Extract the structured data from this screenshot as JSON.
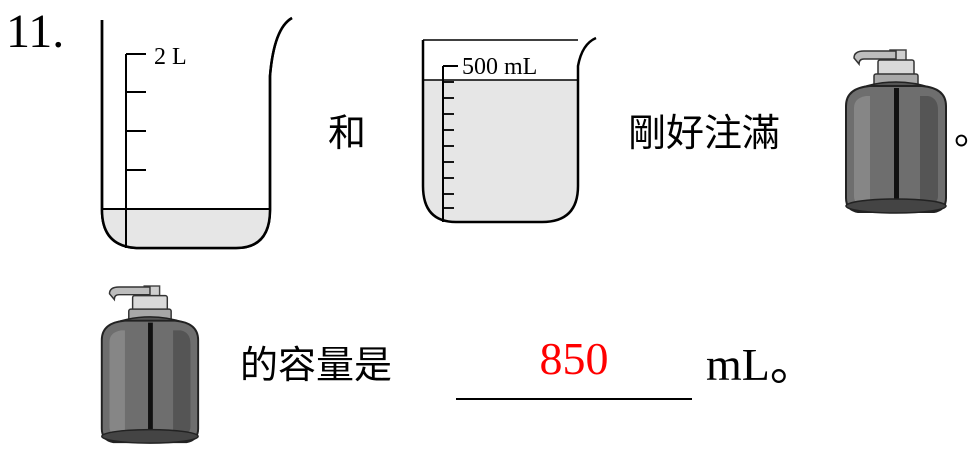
{
  "question": {
    "number": "11.",
    "word_and": "和",
    "word_exactly_fill": "剛好注滿",
    "period": "。",
    "word_capacity": "的容量是",
    "answer": "850",
    "unit_suffix": "mL。"
  },
  "large_beaker": {
    "label": "2 L"
  },
  "small_beaker": {
    "label": "500 mL"
  },
  "colors": {
    "answer": "#ff0000",
    "water": "#e6e6e6",
    "bottle": "#6e6e6e"
  },
  "icons": [
    "pump-bottle-icon"
  ]
}
